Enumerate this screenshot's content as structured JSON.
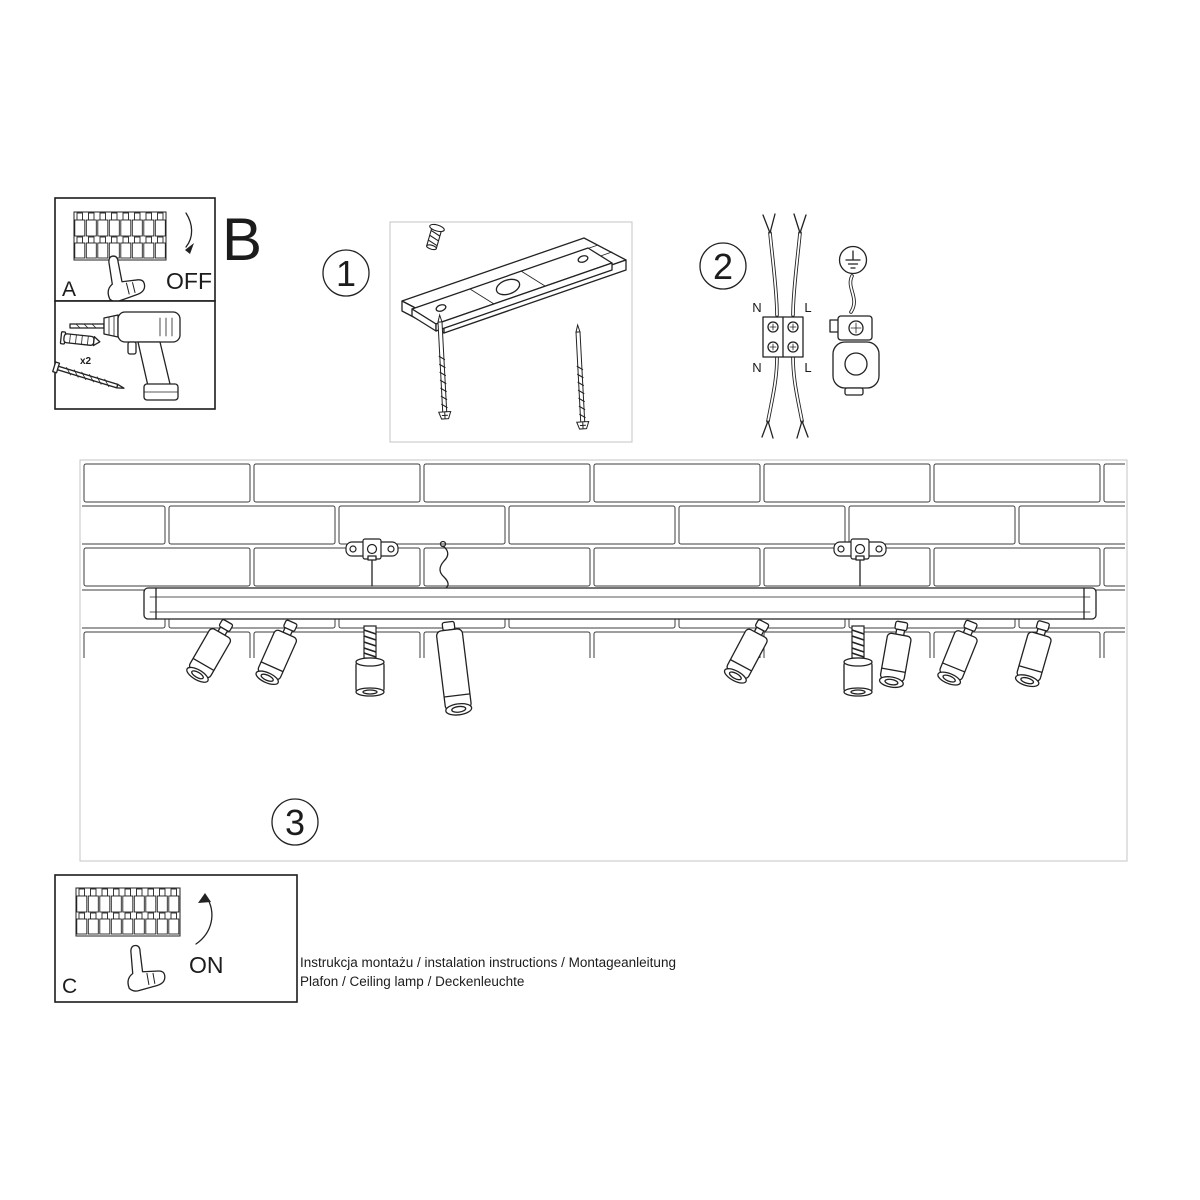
{
  "doc": {
    "b_label": "B",
    "panel_a": {
      "label": "A",
      "state": "OFF"
    },
    "panel_c": {
      "label": "C",
      "state": "ON"
    },
    "tools": {
      "anchor_count": "x2"
    },
    "step1": "1",
    "step2": "2",
    "step3": "3",
    "wiring": {
      "n1": "N",
      "l1": "L",
      "n2": "N",
      "l2": "L"
    },
    "footer": {
      "line1": "Instrukcja montażu / instalation instructions / Montageanleitung",
      "line2": "Plafon / Ceiling lamp / Deckenleuchte"
    },
    "colors": {
      "ink": "#222222",
      "brick_line": "#3c3c3c",
      "panel_border": "#c4c4c4"
    }
  }
}
